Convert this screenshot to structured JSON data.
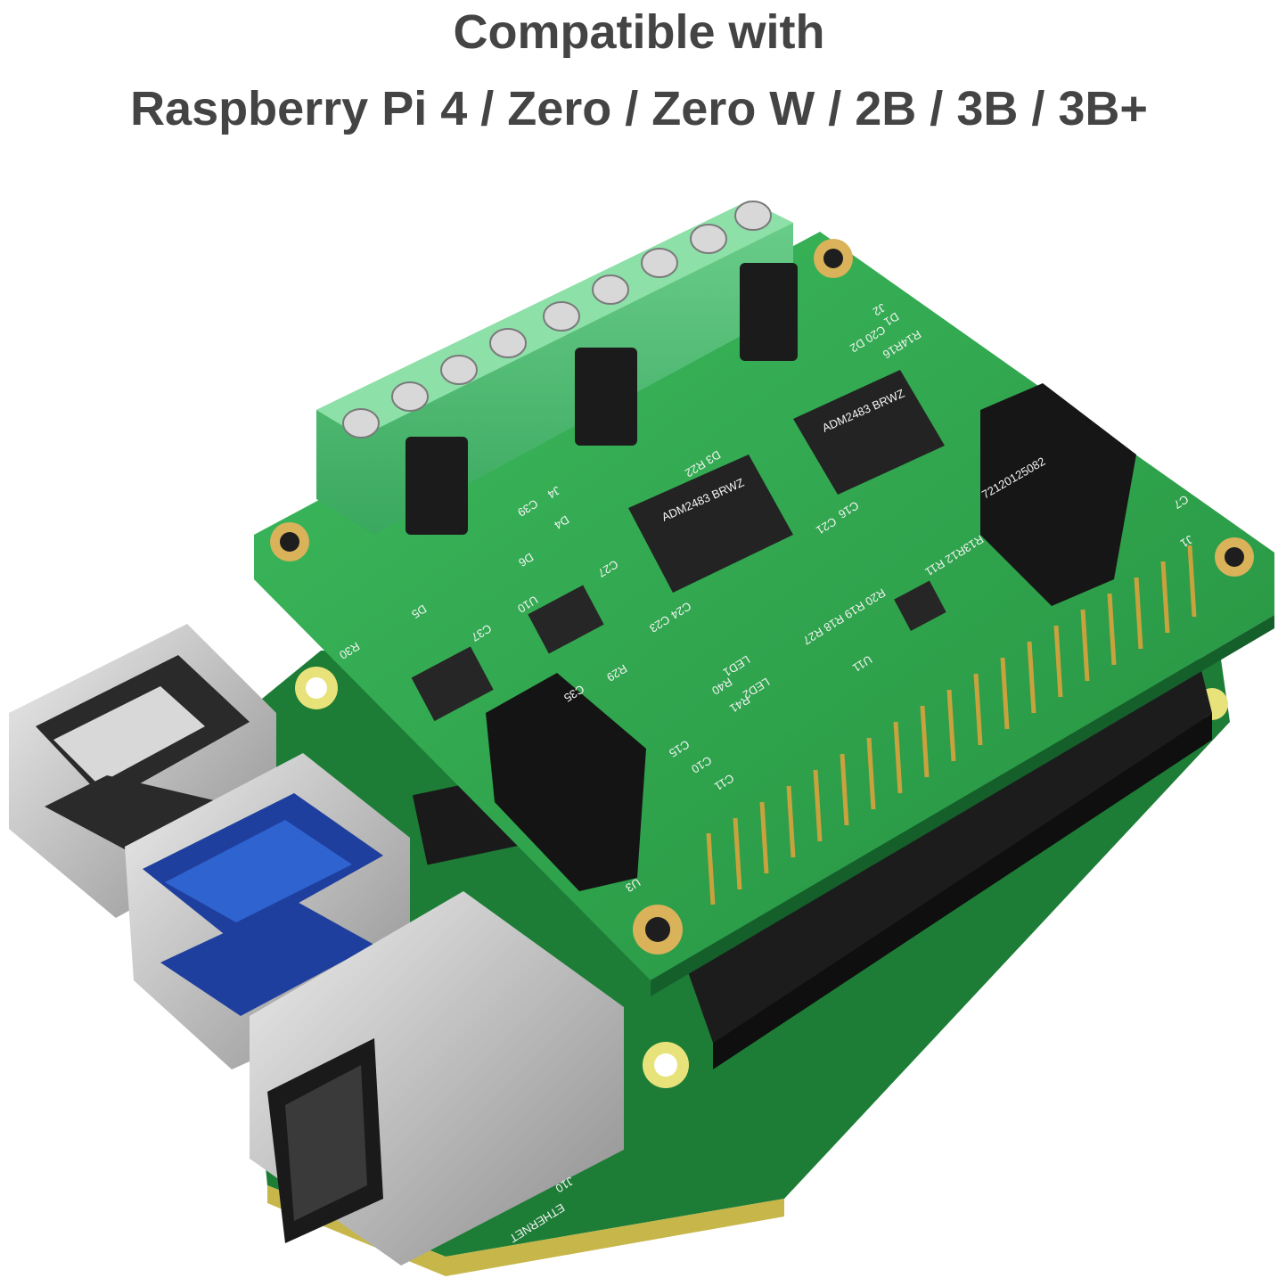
{
  "headline": {
    "line1": "Compatible with",
    "line2": "Raspberry Pi 4 / Zero / Zero W / 2B / 3B / 3B+"
  },
  "photo": {
    "board_labels": {
      "d5": "D5",
      "d6": "D6",
      "d4": "D4",
      "c39": "C39",
      "j4": "J4",
      "c37": "C37",
      "r30": "R30",
      "u10": "U10",
      "r29": "R29",
      "c35": "C35",
      "c27": "C27",
      "c24": "C24",
      "c23": "C23",
      "led1": "LED1",
      "led2": "LED2",
      "r40": "R40",
      "r41": "R41",
      "r20r19r18r27": "R20 R19 R18 R27",
      "u11": "U11",
      "r13r12r11": "R13R12 R11",
      "j1": "J1",
      "c7": "C7",
      "c21": "C21",
      "c16": "C16",
      "d3r22": "D3 R22",
      "r14r16": "R14R16",
      "c20d2": "C20 D2",
      "d1": "D1",
      "j2": "J2",
      "c15": "C15",
      "c10": "C10",
      "c11": "C11",
      "u3": "U3",
      "j10": "J10",
      "ethernet": "ETHERNET",
      "chip1": "ADM2483 BRWZ",
      "chip2": "ADM2483 BRWZ",
      "transformer": "72120125082"
    }
  },
  "colors": {
    "headline_text": "#444444",
    "hat_pcb": "#2fa84f",
    "pi_pcb": "#1f8a3c",
    "terminal_block": "#4cb870",
    "metal": "#c9c9c9",
    "header_black": "#1c1c1c",
    "gold": "#d9b25a"
  }
}
